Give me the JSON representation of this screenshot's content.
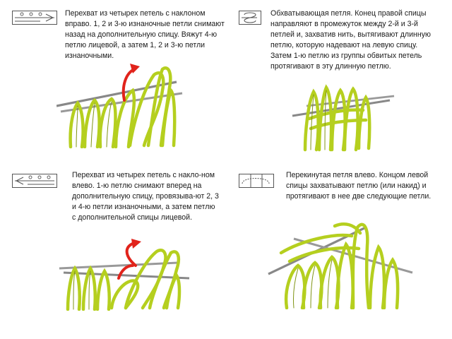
{
  "colors": {
    "yarn": "#b5cf1f",
    "yarn_dark": "#7f9414",
    "needle": "#8a8a8a",
    "arrow": "#e1231b",
    "text": "#1a1a1a",
    "symbol_stroke": "#555555"
  },
  "panels": [
    {
      "symbol_icon": "chart-symbol-cross-4-right",
      "description": "Перехват из четырех петель с наклоном вправо. 1, 2 и 3-ю изнаночные петли снимают назад на дополнительную спицу. Вяжут 4-ю петлю лицевой, а затем 1, 2 и 3-ю петли изнаночными."
    },
    {
      "symbol_icon": "chart-symbol-wrapped-loop",
      "description": "Обхватывающая петля. Конец правой спицы направляют в промежуток между 2-й и 3-й петлей и, захватив нить, вытягивают длинную петлю, которую надевают на левую спицу. Затем 1-ю петлю из группы обвитых петель протягивают в эту длинную петлю."
    },
    {
      "symbol_icon": "chart-symbol-cross-4-left",
      "description": "Перехват из четырех петель с накло-ном влево. 1-ю петлю снимают вперед на дополнительную спицу, провязыва-ют 2, 3 и 4-ю петли изнаночными, а затем петлю с дополнительной спицы лицевой."
    },
    {
      "symbol_icon": "chart-symbol-crossed-loop-left",
      "description": "Перекинутая петля влево. Концом левой спицы захватывают петлю (или накид) и протягивают в нее две следующие петли."
    }
  ]
}
